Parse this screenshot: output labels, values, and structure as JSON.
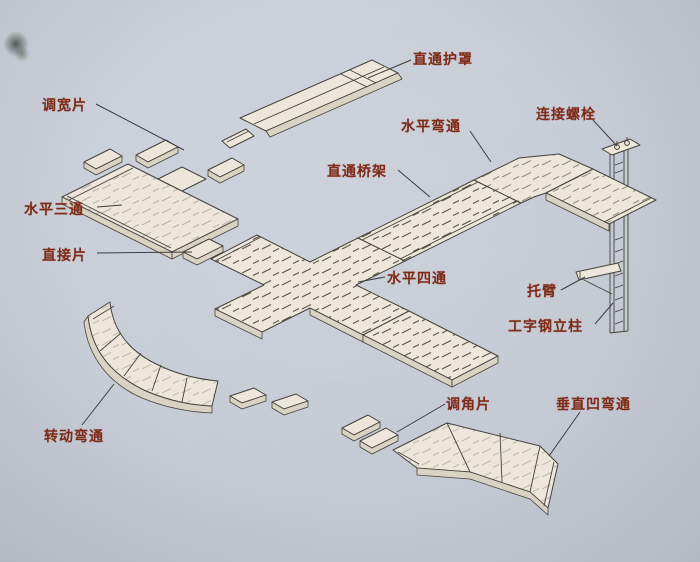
{
  "figure": {
    "labels": [
      {
        "id": "straight-cover",
        "text": "直通护罩"
      },
      {
        "id": "width-adjust-piece",
        "text": "调宽片"
      },
      {
        "id": "horizontal-tee",
        "text": "水平三通"
      },
      {
        "id": "connector-plate",
        "text": "直接片"
      },
      {
        "id": "horizontal-bend",
        "text": "水平弯通"
      },
      {
        "id": "connecting-bolt",
        "text": "连接螺栓"
      },
      {
        "id": "straight-tray",
        "text": "直通桥架"
      },
      {
        "id": "horizontal-cross",
        "text": "水平四通"
      },
      {
        "id": "support-arm",
        "text": "托臂"
      },
      {
        "id": "i-beam-column",
        "text": "工字钢立柱"
      },
      {
        "id": "rotating-bend",
        "text": "转动弯通"
      },
      {
        "id": "angle-adjust-piece",
        "text": "调角片"
      },
      {
        "id": "vertical-concave-bend",
        "text": "垂直凹弯通"
      }
    ],
    "colors": {
      "paper_background": "#c8cdd6",
      "label_text": "#7e2a17",
      "line_work": "#45423c",
      "tray_surface": "#ece7da",
      "tray_wall": "#d9d3c4"
    }
  }
}
